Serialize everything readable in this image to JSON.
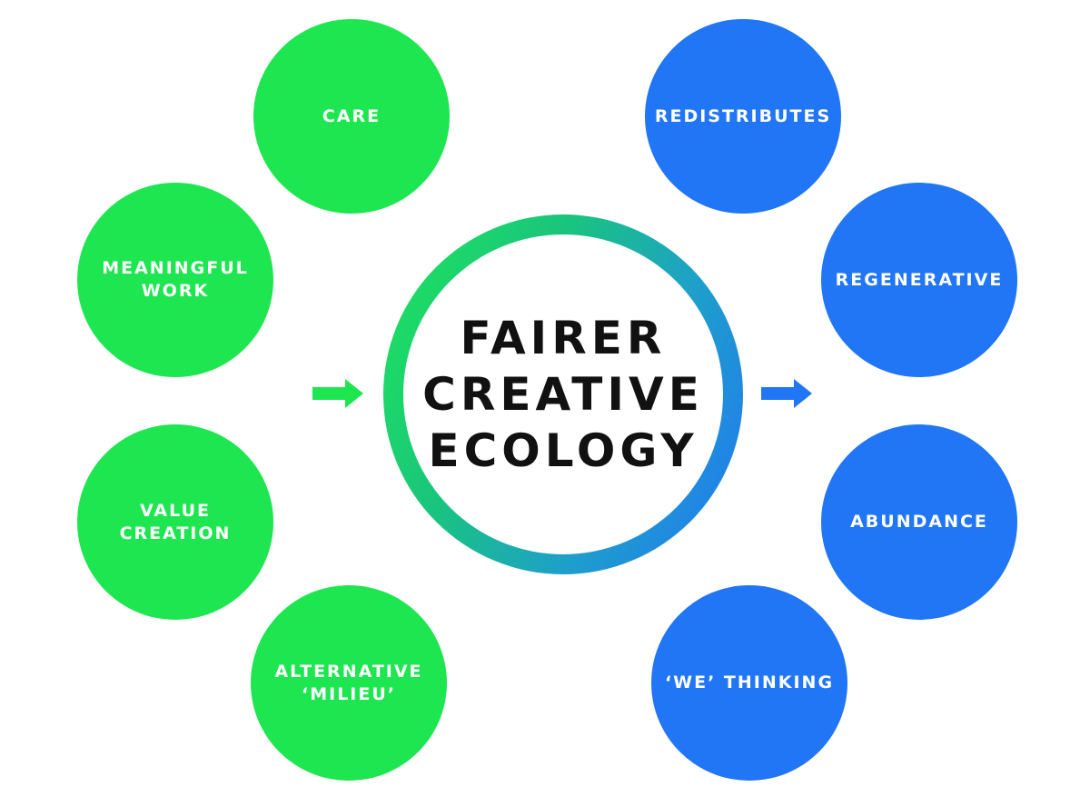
{
  "diagram": {
    "center": {
      "label": "FAIRER\nCREATIVE\nECOLOGY"
    },
    "inputs": [
      {
        "label": "CARE"
      },
      {
        "label": "MEANINGFUL\nWORK"
      },
      {
        "label": "VALUE\nCREATION"
      },
      {
        "label": "ALTERNATIVE\n‘MILIEU’"
      }
    ],
    "outputs": [
      {
        "label": "REDISTRIBUTES"
      },
      {
        "label": "REGENERATIVE"
      },
      {
        "label": "ABUNDANCE"
      },
      {
        "label": "‘WE’ THINKING"
      }
    ],
    "arrows": {
      "in_icon": "arrow-right-icon",
      "out_icon": "arrow-right-icon"
    }
  },
  "colors": {
    "input_green": "#1ee650",
    "output_blue": "#2176f5",
    "center_text": "#111111",
    "node_text": "#ffffff"
  }
}
